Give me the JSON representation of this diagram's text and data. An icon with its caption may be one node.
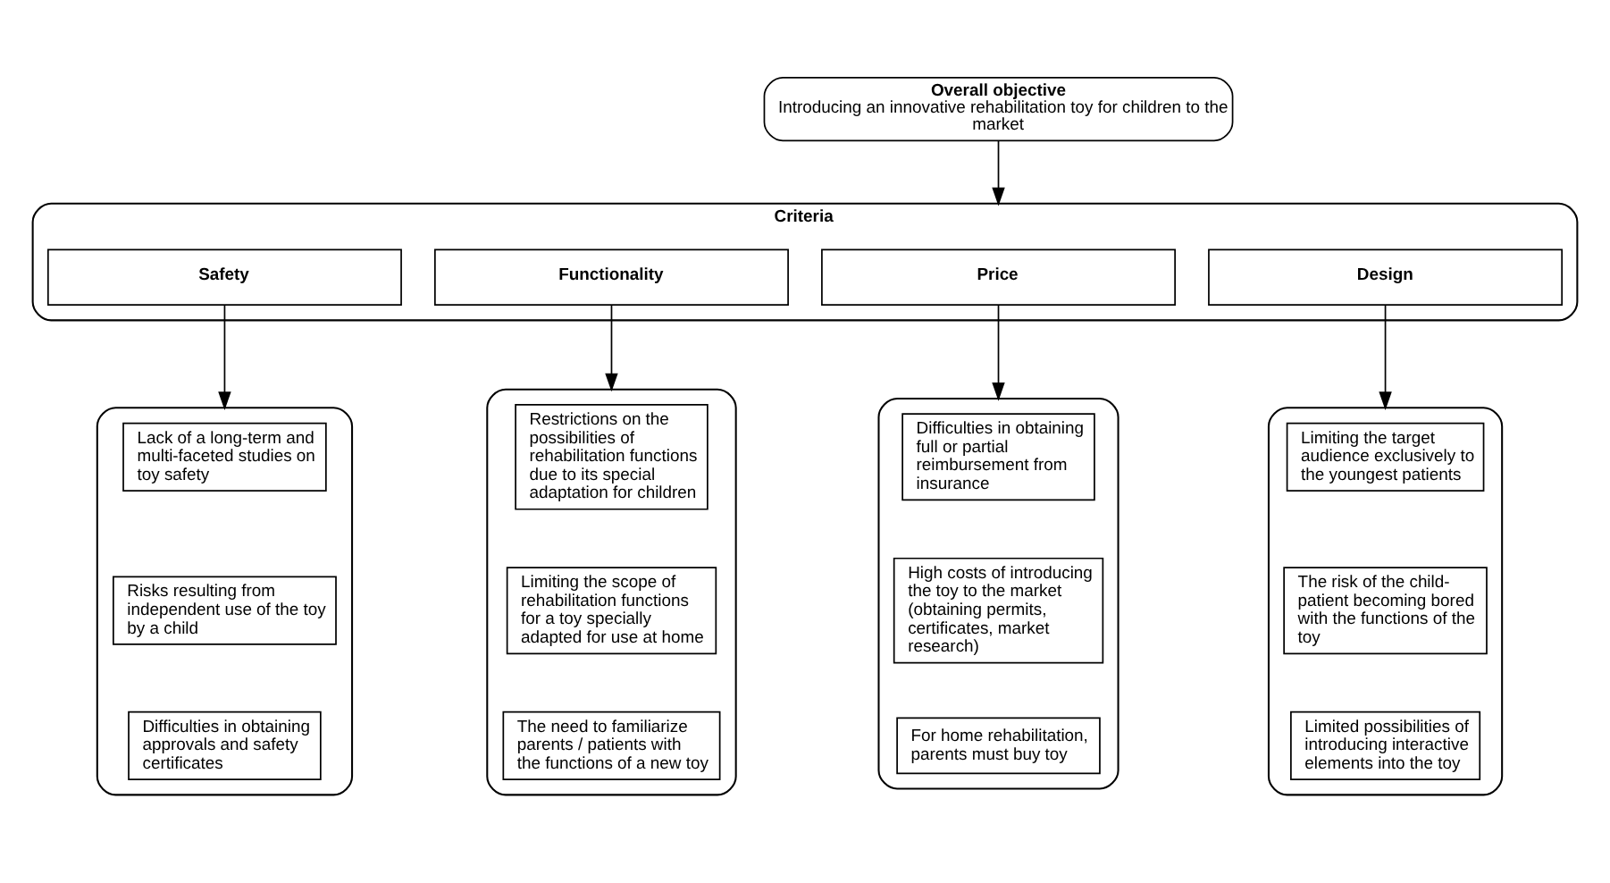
{
  "diagram": {
    "nodes": [
      {
        "text": [
          "Overall objective",
          "Introducing an innovative rehabilitation toy for children to the market"
        ]
      },
      {
        "text": [
          "Criteria"
        ]
      },
      {
        "text": [
          "Safety"
        ],
        "in": 1
      },
      {
        "text": [
          "Functionality"
        ],
        "in": 1
      },
      {
        "text": [
          "Price"
        ],
        "in": 1
      },
      {
        "text": [
          "Design"
        ],
        "in": 1
      },
      {
        "text": [],
        "shape": "box"
      },
      {
        "text": [
          "Lack of a long-term and multi-faceted studies on toy safety"
        ],
        "in": 6
      },
      {
        "text": [
          "Risks resulting from independent use of the toy by a child"
        ],
        "in": 6
      },
      {
        "text": [
          "Difficulties in obtaining approvals and safety certificates"
        ],
        "in": 6
      },
      {
        "text": [],
        "shape": "box"
      },
      {
        "text": [
          "Restrictions on the possibilities of rehabilitation functions due to its special adaptation for children"
        ],
        "in": 10
      },
      {
        "text": [
          "Limiting the scope of rehabilitation functions for a toy specially adapted for use at home"
        ],
        "in": 10
      },
      {
        "text": [
          "The need to familiarize parents / patients with the functions of a new toy"
        ],
        "in": 10
      },
      {
        "text": [],
        "shape": "box"
      },
      {
        "text": [
          "Difficulties in obtaining full or partial reimbursement from insurance"
        ],
        "in": 14
      },
      {
        "text": [
          "High costs of introducing the toy to the market (obtaining permits, certificates, market research)"
        ],
        "in": 14
      },
      {
        "text": [
          "For home rehabilitation, parents must buy toy"
        ],
        "in": 14
      },
      {
        "text": [],
        "shape": "box"
      },
      {
        "text": [
          "Limiting the target audience exclusively to the youngest patients"
        ],
        "in": 18
      },
      {
        "text": [
          "The risk of the child-patient becoming bored with the functions of the toy"
        ],
        "in": 18
      },
      {
        "text": [
          "Limited possibilities of introducing interactive elements into the toy"
        ],
        "in": 18
      }
    ],
    "edges": [
      {
        "from": 0,
        "to": 1,
        "arrow": "to"
      },
      {
        "from": 2,
        "to": 6,
        "arrow": "to"
      },
      {
        "from": 3,
        "to": 10,
        "arrow": "to"
      },
      {
        "from": 4,
        "to": 14,
        "arrow": "to"
      },
      {
        "from": 5,
        "to": 18,
        "arrow": "to"
      }
    ]
  }
}
